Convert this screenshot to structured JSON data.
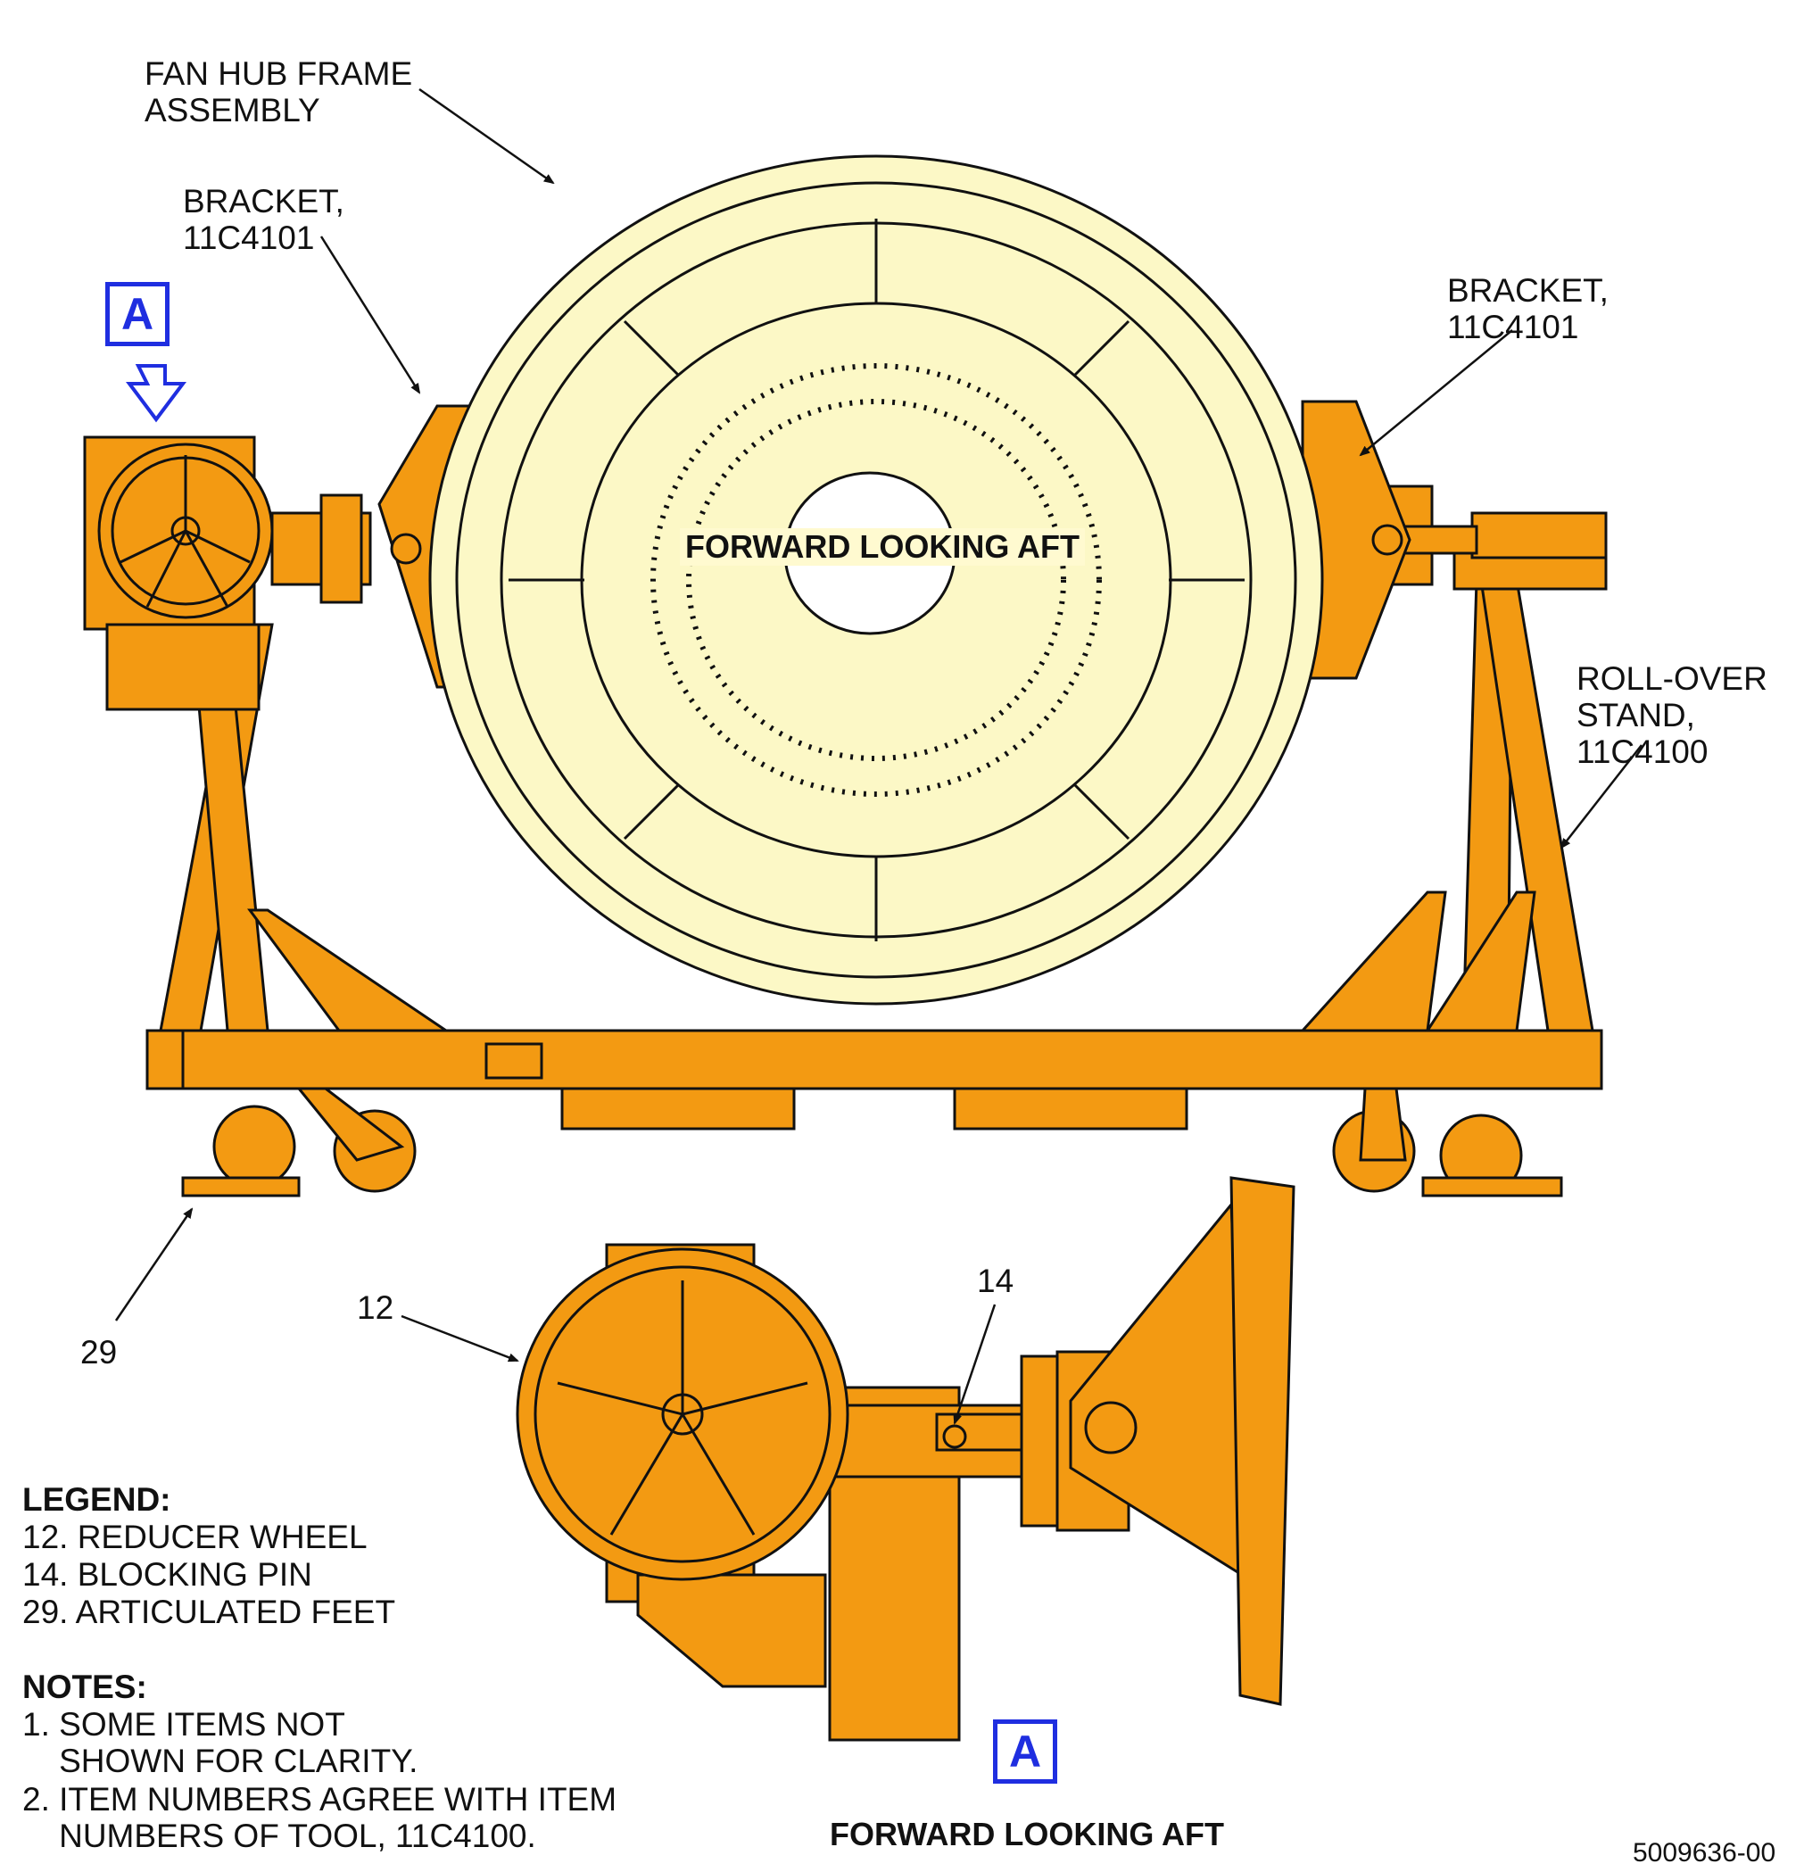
{
  "labels": {
    "fan_hub": "FAN HUB FRAME\nASSEMBLY",
    "bracket_left": "BRACKET,\n11C4101",
    "bracket_right": "BRACKET,\n11C4101",
    "rollover": "ROLL-OVER\nSTAND,\n11C4100",
    "view_center_title": "FORWARD LOOKING AFT",
    "view_bottom_title": "FORWARD LOOKING AFT",
    "view_marker_top": "A",
    "view_marker_bottom": "A",
    "item_29": "29",
    "item_12": "12",
    "item_14": "14",
    "figure_number": "5009636-00"
  },
  "legend": {
    "heading": "LEGEND:",
    "items": [
      "12. REDUCER WHEEL",
      "14. BLOCKING PIN",
      "29. ARTICULATED FEET"
    ]
  },
  "notes": {
    "heading": "NOTES:",
    "items": [
      "1. SOME ITEMS NOT\n    SHOWN FOR CLARITY.",
      "2. ITEM NUMBERS AGREE WITH ITEM\n    NUMBERS OF TOOL, 11C4100."
    ]
  },
  "colors": {
    "stand": "#f39a12",
    "hub": "#fcf8c6",
    "line": "#111111",
    "marker": "#1f2ee0"
  }
}
